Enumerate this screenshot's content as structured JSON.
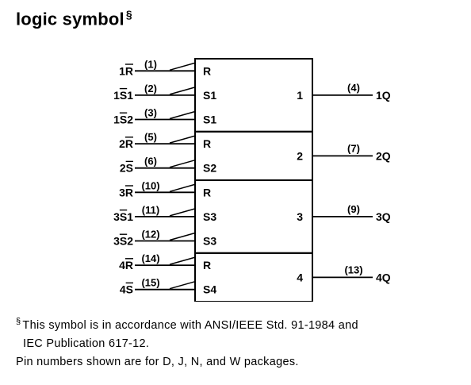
{
  "title": {
    "text": "logic symbol",
    "mark": "§"
  },
  "sections": [
    {
      "number": "1",
      "output": {
        "pin": "(4)",
        "label": "1Q"
      },
      "inputs": [
        {
          "base": "1",
          "name": "R",
          "pin": "(1)",
          "inner": "R"
        },
        {
          "base": "1",
          "name": "S",
          "suffix": "1",
          "pin": "(2)",
          "inner": "S1"
        },
        {
          "base": "1",
          "name": "S",
          "suffix": "2",
          "pin": "(3)",
          "inner": "S1"
        }
      ]
    },
    {
      "number": "2",
      "output": {
        "pin": "(7)",
        "label": "2Q"
      },
      "inputs": [
        {
          "base": "2",
          "name": "R",
          "pin": "(5)",
          "inner": "R"
        },
        {
          "base": "2",
          "name": "S",
          "pin": "(6)",
          "inner": "S2"
        }
      ]
    },
    {
      "number": "3",
      "output": {
        "pin": "(9)",
        "label": "3Q"
      },
      "inputs": [
        {
          "base": "3",
          "name": "R",
          "pin": "(10)",
          "inner": "R"
        },
        {
          "base": "3",
          "name": "S",
          "suffix": "1",
          "pin": "(11)",
          "inner": "S3"
        },
        {
          "base": "3",
          "name": "S",
          "suffix": "2",
          "pin": "(12)",
          "inner": "S3"
        }
      ]
    },
    {
      "number": "4",
      "output": {
        "pin": "(13)",
        "label": "4Q"
      },
      "inputs": [
        {
          "base": "4",
          "name": "R",
          "pin": "(14)",
          "inner": "R"
        },
        {
          "base": "4",
          "name": "S",
          "pin": "(15)",
          "inner": "S4"
        }
      ]
    }
  ],
  "footnote": {
    "mark": "§",
    "line1": "This symbol is in accordance with ANSI/IEEE Std. 91-1984 and",
    "line2": "IEC Publication 617-12.",
    "line3": "Pin numbers shown are for D, J, N, and W packages."
  }
}
